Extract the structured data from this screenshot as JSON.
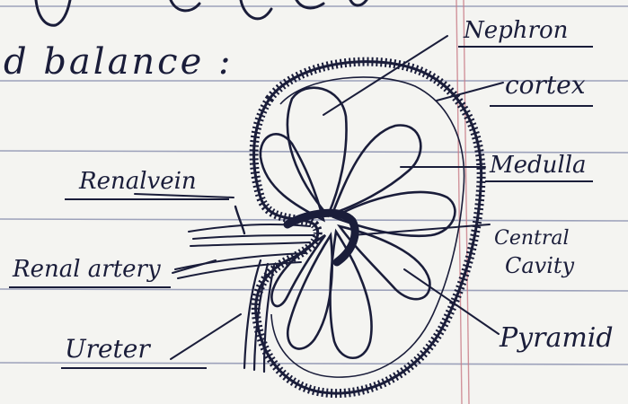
{
  "page": {
    "heading_fragment": "d balance :",
    "paper_colors": {
      "paper": "#f4f4f1",
      "rule_line": "#7f86a8",
      "margin_line": "#c97b86",
      "ink": "#1a1d3a"
    }
  },
  "diagram": {
    "subject": "kidney",
    "labels": {
      "nephron": "Nephron",
      "cortex": "cortex",
      "medulla": "Medulla",
      "renal_vein": "Renalvein",
      "renal_artery": "Renal artery",
      "central_cavity_line1": "Central",
      "central_cavity_line2": "Cavity",
      "ureter": "Ureter",
      "pyramid": "Pyramid"
    }
  }
}
